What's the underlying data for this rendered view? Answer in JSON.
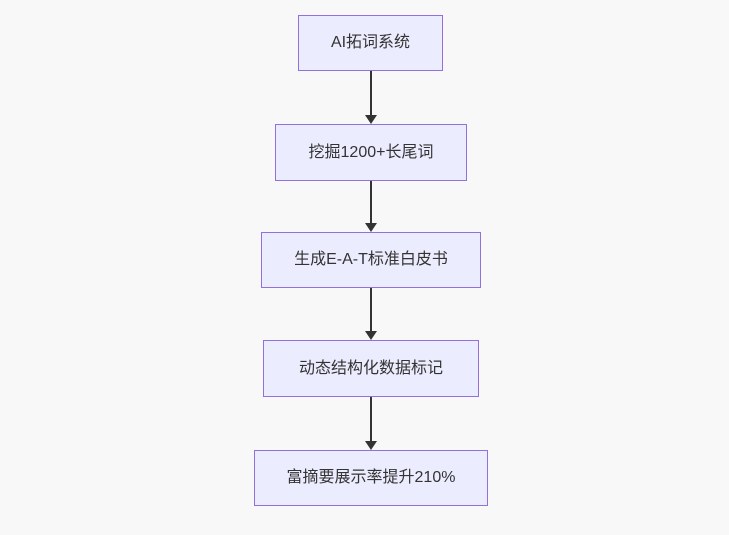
{
  "diagram": {
    "type": "flowchart-vertical",
    "background_color": "#f8f8f8",
    "node_fill_color": "#ececff",
    "node_border_color": "#9370db",
    "node_text_color": "#333333",
    "arrow_color": "#333333",
    "nodes": [
      {
        "label": "AI拓词系统"
      },
      {
        "label": "挖掘1200+长尾词"
      },
      {
        "label": "生成E-A-T标准白皮书"
      },
      {
        "label": "动态结构化数据标记"
      },
      {
        "label": "富摘要展示率提升210%"
      }
    ],
    "edges": [
      {
        "from_node": 0,
        "to_node": 1,
        "direction": "down"
      },
      {
        "from_node": 1,
        "to_node": 2,
        "direction": "down"
      },
      {
        "from_node": 2,
        "to_node": 3,
        "direction": "down"
      },
      {
        "from_node": 3,
        "to_node": 4,
        "direction": "down"
      }
    ]
  }
}
